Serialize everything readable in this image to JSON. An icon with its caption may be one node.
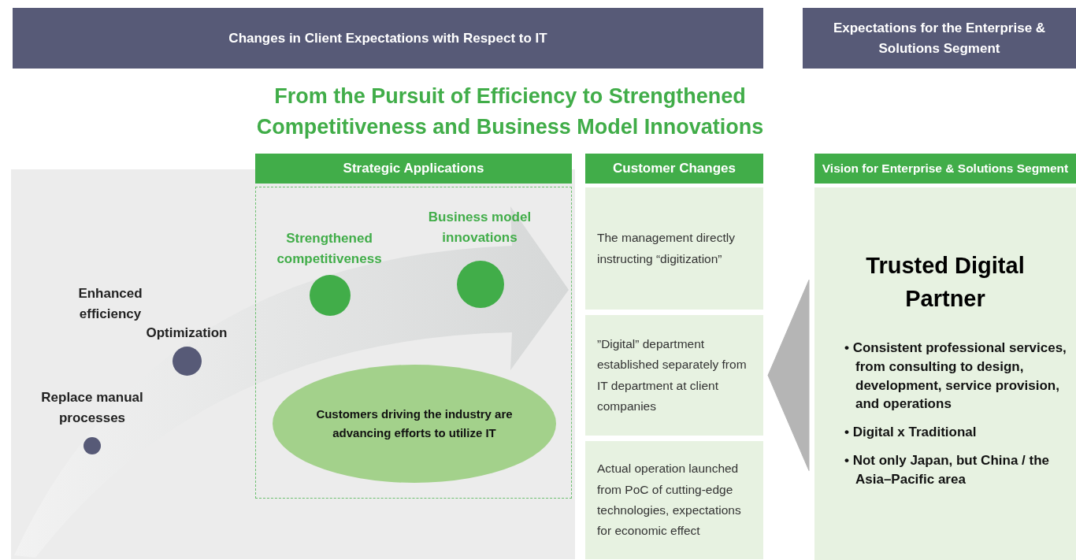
{
  "diagram": {
    "title": "From the Pursuit of Efficiency to Strengthened Competitiveness and Business Model Innovations",
    "nodes": [
      {
        "text": [
          "Changes in Client Expectations with Respect to IT"
        ]
      },
      {
        "text": [
          "Expectations for the Enterprise & Solutions Segment"
        ]
      },
      {
        "text": [
          "Strategic Applications"
        ]
      },
      {
        "text": [],
        "shape": "box"
      },
      {
        "text": [],
        "shape": "circle",
        "in": 3,
        "beside": [
          "Strengthened competitiveness"
        ]
      },
      {
        "text": [],
        "shape": "circle",
        "in": 3,
        "beside": [
          "Business model innovations"
        ]
      },
      {
        "text": [
          "Customers driving the industry are advancing efforts to utilize IT"
        ],
        "in": 3
      },
      {
        "text": [
          "Customer Changes"
        ]
      },
      {
        "text": [
          "The management directly instructing “digitization”"
        ]
      },
      {
        "text": [
          "”Digital” department established separately from IT department at client companies"
        ]
      },
      {
        "text": [
          "Actual operation launched from PoC of cutting-edge technologies, expectations for economic effect"
        ]
      },
      {
        "text": [
          "Vision for Enterprise & Solutions Segment"
        ]
      },
      {
        "text": [
          "Trusted Digital Partner",
          "• Consistent professional services, from consulting to design, development, service provision, and operations",
          "• Digital x Traditional",
          "• Not only Japan, but China / the Asia–Pacific area"
        ]
      },
      {
        "text": [],
        "shape": "circle",
        "beside": [
          "Replace manual processes"
        ]
      },
      {
        "text": [],
        "shape": "circle",
        "beside": [
          "Optimization"
        ]
      }
    ],
    "edges": [
      {
        "from": 12,
        "to": 9,
        "arrow": "to"
      }
    ],
    "labels": [
      "Enhanced efficiency"
    ]
  }
}
